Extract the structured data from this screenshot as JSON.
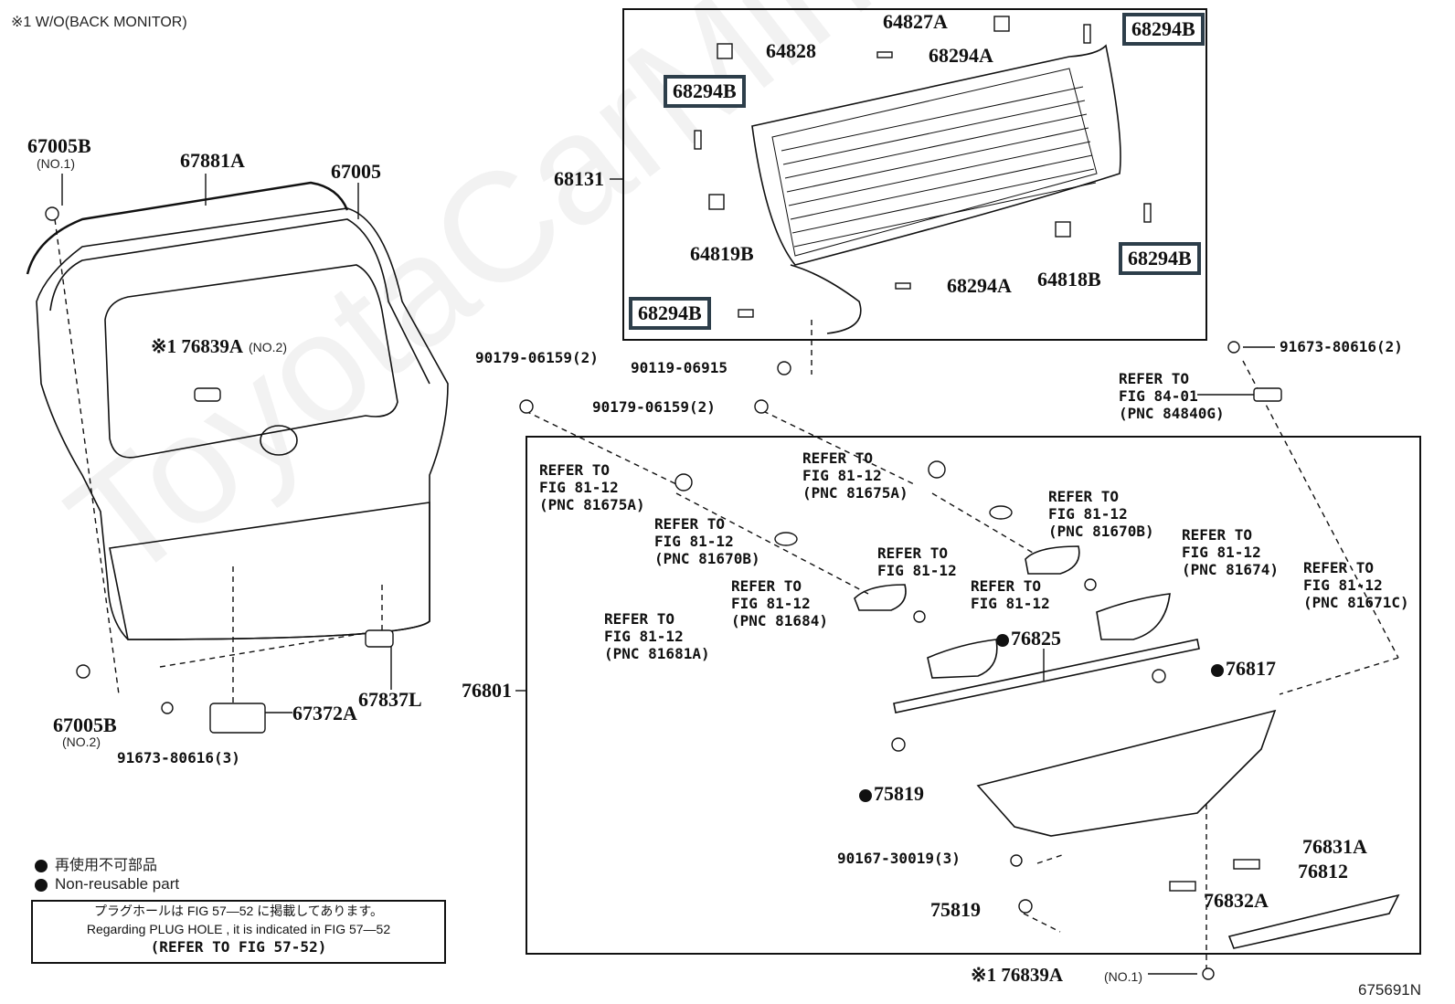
{
  "header": {
    "footnote": "※1 W/O(BACK MONITOR)",
    "figure_id": "675691N"
  },
  "colors": {
    "highlight_border": "#2d3e4a",
    "line": "#111111"
  },
  "left_assembly": {
    "labels": [
      {
        "id": "67005B",
        "sub": "(NO.1)"
      },
      {
        "id": "67881A"
      },
      {
        "id": "67005"
      },
      {
        "id": "※1 76839A",
        "sub": "(NO.2)"
      },
      {
        "id": "67005B",
        "sub": "(NO.2)"
      },
      {
        "id": "67372A"
      },
      {
        "id": "67837L"
      },
      {
        "id": "91673-80616(3)"
      }
    ]
  },
  "glass_assembly": {
    "group_label": "68131",
    "labels": {
      "p64827A": "64827A",
      "p64828": "64828",
      "p68294A_top": "68294A",
      "p64819B": "64819B",
      "p68294A_bottom": "68294A",
      "p64818B": "64818B"
    },
    "highlighted": [
      "68294B",
      "68294B",
      "68294B",
      "68294B"
    ]
  },
  "fasteners": {
    "f1": "90179-06159(2)",
    "f2": "90119-06915",
    "f3": "90179-06159(2)",
    "f4": "91673-80616(2)",
    "f5": "90167-30019(3)"
  },
  "refer": {
    "r84840G": "REFER TO\nFIG 84-01\n(PNC 84840G)",
    "r81675A_left": "REFER TO\nFIG 81-12\n(PNC 81675A)",
    "r81675A_right": "REFER TO\nFIG 81-12\n(PNC 81675A)",
    "r81670B_left": "REFER TO\nFIG 81-12\n(PNC 81670B)",
    "r81670B_right": "REFER TO\nFIG 81-12\n(PNC 81670B)",
    "r81674": "REFER TO\nFIG 81-12\n(PNC 81674)",
    "r81671C": "REFER TO\nFIG 81-12\n(PNC 81671C)",
    "r_screw_a": "REFER TO\nFIG 81-12",
    "r_screw_b": "REFER TO\nFIG 81-12",
    "r81684": "REFER TO\nFIG 81-12\n(PNC 81684)",
    "r81681A": "REFER TO\nFIG 81-12\n(PNC 81681A)"
  },
  "garnish_assembly": {
    "group_label": "76801",
    "labels": {
      "p76825": "76825",
      "p76817": "76817",
      "p75819_nr": "75819",
      "p75819": "75819",
      "p76831A": "76831A",
      "p76812": "76812",
      "p76832A": "76832A",
      "p76839A": "※1 76839A",
      "p76839A_sub": "(NO.1)"
    }
  },
  "legend": {
    "jp": "再使用不可部品",
    "en": "Non-reusable part"
  },
  "plug_note": {
    "jp": "プラグホールは FIG 57—52 に掲載してあります。",
    "en": "Regarding  PLUG  HOLE , it is indicated in  FIG  57—52",
    "ref": "(REFER TO FIG 57-52)"
  },
  "watermark": "ToyotaCarMine.ru"
}
